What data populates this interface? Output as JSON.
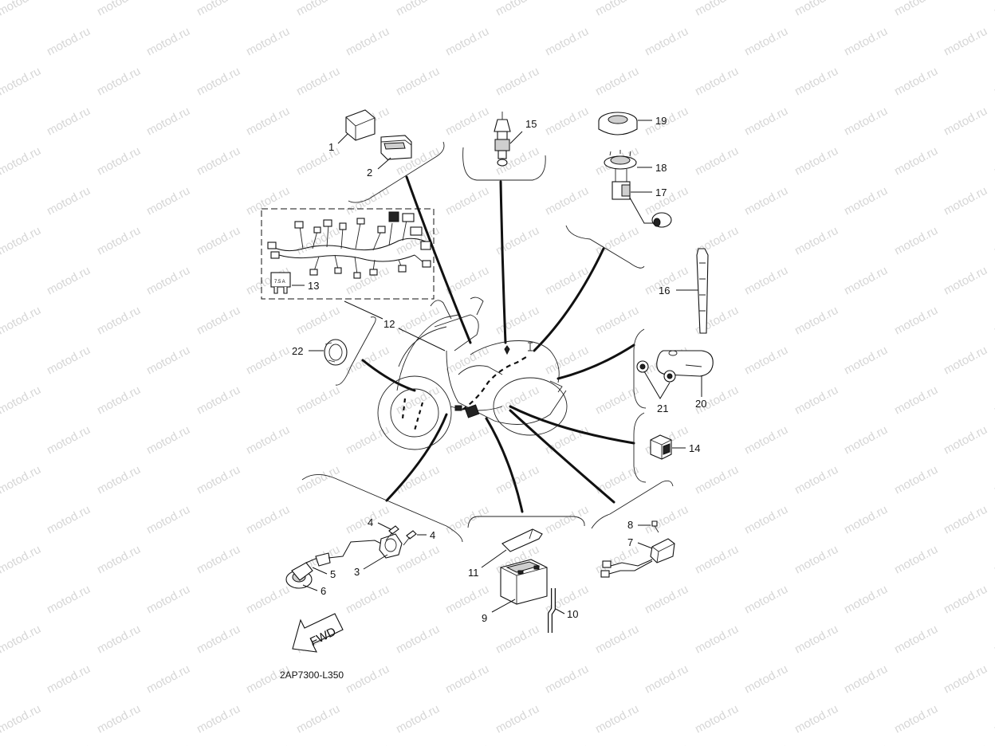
{
  "watermark": {
    "text": "motod.ru"
  },
  "drawing_code": "2AP7300-L350",
  "fwd_label": "FWD",
  "callouts": {
    "c1": "1",
    "c2": "2",
    "c3": "3",
    "c4a": "4",
    "c4b": "4",
    "c5": "5",
    "c6": "6",
    "c7": "7",
    "c8": "8",
    "c9": "9",
    "c10": "10",
    "c11": "11",
    "c12": "12",
    "c13": "13",
    "c14": "14",
    "c15": "15",
    "c16": "16",
    "c17": "17",
    "c18": "18",
    "c19": "19",
    "c20": "20",
    "c21": "21",
    "c22": "22"
  },
  "fuse_label": "7.5 A"
}
